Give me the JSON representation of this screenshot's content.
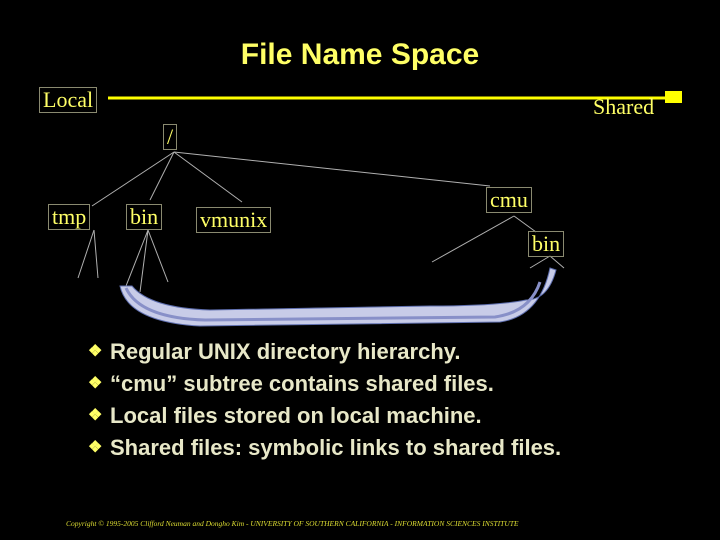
{
  "title": "File Name Space",
  "labels": {
    "local": "Local",
    "shared": "Shared",
    "root": "/",
    "tmp": "tmp",
    "bin_local": "bin",
    "vmunix": "vmunix",
    "cmu": "cmu",
    "bin_shared": "bin"
  },
  "bullets": [
    "Regular UNIX directory hierarchy.",
    "“cmu” subtree contains shared files.",
    "Local files stored on local machine.",
    "Shared files: symbolic links to shared files."
  ],
  "bullet_icon": "diamond-bullet-icon",
  "footer": "Copyright © 1995-2005 Clifford Neuman and Dongho Kim - UNIVERSITY OF SOUTHERN CALIFORNIA - INFORMATION SCIENCES INSTITUTE",
  "colors": {
    "background": "#000000",
    "title": "#ffff66",
    "text": "#e8e8c8",
    "divider": "#ffff00",
    "tree_lines": "#b0b0b0",
    "link_arrow_fill": "#c8cce8"
  }
}
